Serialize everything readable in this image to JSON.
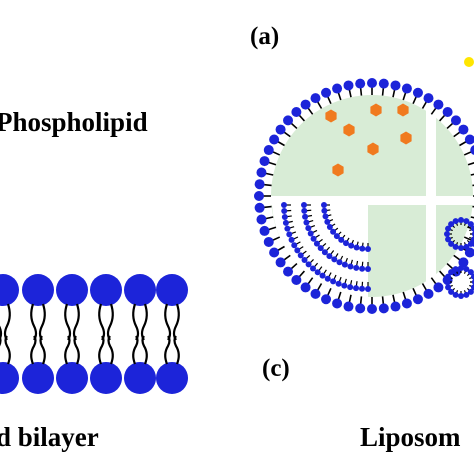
{
  "labels": {
    "phospholipid": "Phospholipid",
    "bilayer": "d bilayer",
    "liposome": "Liposom",
    "panel_a": "(a)",
    "panel_c": "(c)"
  },
  "colors": {
    "lipid_blue": "#1c24d9",
    "panel_green": "#d8ecd6",
    "drug_orange": "#f07a1f",
    "marker_yellow": "#ffe600"
  },
  "drug_particle_count": 7
}
